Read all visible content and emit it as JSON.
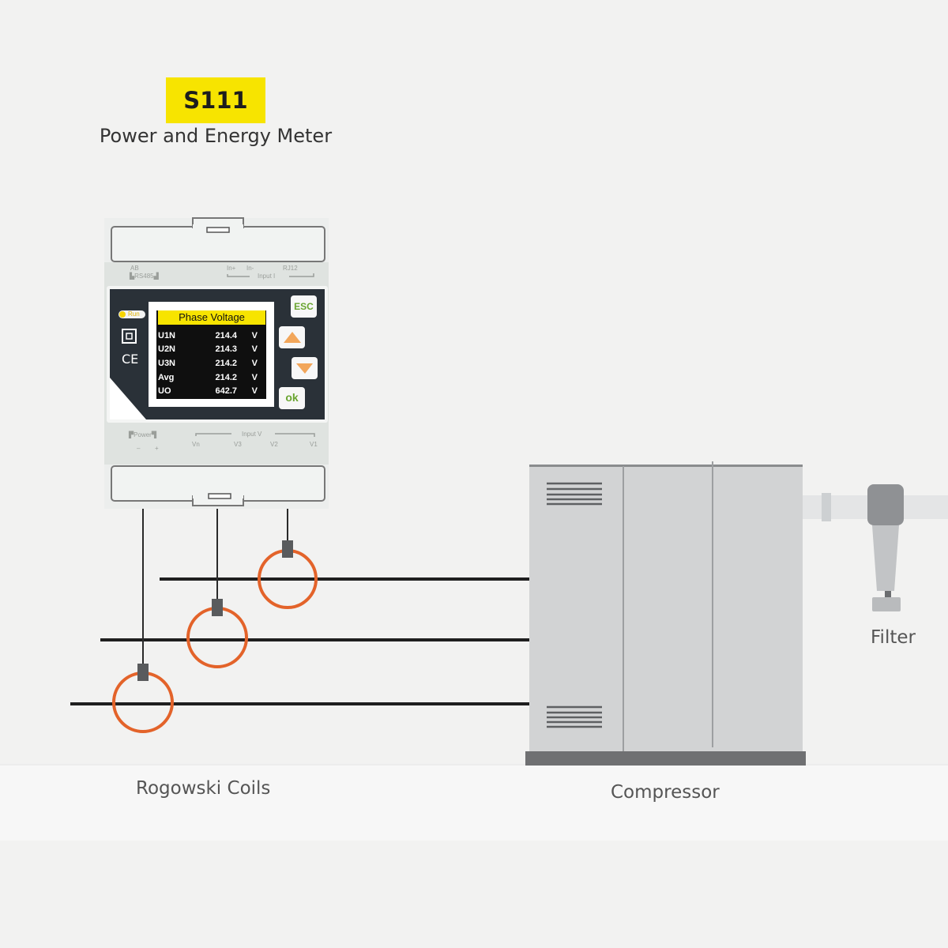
{
  "product": {
    "model": "S111",
    "subtitle": "Power and Energy Meter"
  },
  "meter": {
    "top_terminals": {
      "ab": "AB",
      "rs485": "RS485",
      "in_plus": "In+",
      "in_minus": "In-",
      "input_i": "Input I",
      "rj12": "RJ12"
    },
    "bottom_terminals": {
      "power": "Power",
      "minus": "–",
      "plus": "+",
      "input_v": "Input V",
      "vn": "Vn",
      "v3": "V3",
      "v2": "V2",
      "v1": "V1"
    },
    "run_label": "Run",
    "ce_mark": "CE",
    "screen": {
      "title": "Phase Voltage",
      "rows": [
        {
          "name": "U1N",
          "value": "214.4",
          "unit": "V"
        },
        {
          "name": "U2N",
          "value": "214.3",
          "unit": "V"
        },
        {
          "name": "U3N",
          "value": "214.2",
          "unit": "V"
        },
        {
          "name": "Avg",
          "value": "214.2",
          "unit": "V"
        },
        {
          "name": "UO",
          "value": "642.7",
          "unit": "V"
        }
      ]
    },
    "buttons": {
      "esc": "ESC",
      "ok": "ok"
    },
    "icons": [
      "up-arrow-icon",
      "down-arrow-icon",
      "double-insulation-icon",
      "run-led-icon"
    ]
  },
  "labels": {
    "coils": "Rogowski Coils",
    "compressor": "Compressor",
    "filter": "Filter"
  },
  "colors": {
    "badge": "#f7e400",
    "coil": "#e3632a",
    "panel": "#2a3138",
    "button_arrow": "#f2a65a",
    "ok_text": "#6aa531",
    "compressor": "#d2d3d4"
  }
}
